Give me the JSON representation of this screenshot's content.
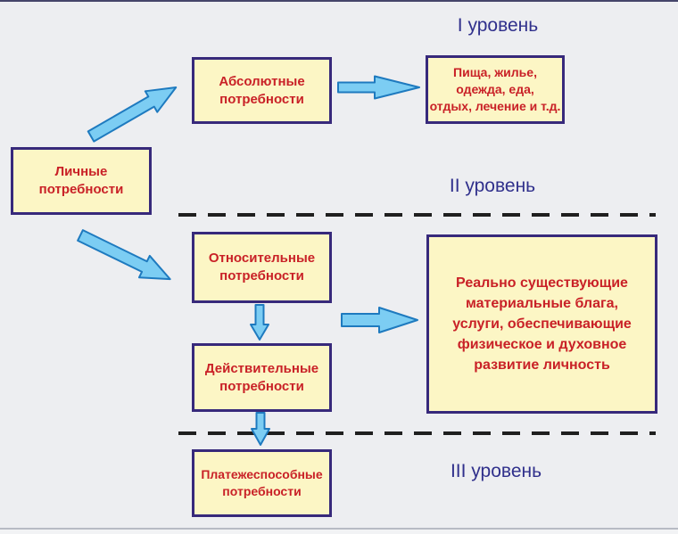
{
  "diagram": {
    "boxes": {
      "personal_needs": "Личные\nпотребности",
      "absolute_needs": "Абсолютные\nпотребности",
      "food_housing": "Пища, жилье,\nодежда, еда,\nотдых, лечение и т.д.",
      "relative_needs": "Относительные\nпотребности",
      "actual_needs": "Действительные\nпотребности",
      "solvent_needs": "Платежеспособные\nпотребности",
      "material_goods": "Реально существующие\nматериальные блага,\nуслуги, обеспечивающие\nфизическое и духовное\nразвитие личность"
    },
    "levels": {
      "level1": "I уровень",
      "level2": "II уровень",
      "level3": "III уровень"
    },
    "colors": {
      "background": "#edeef1",
      "box_fill": "#fcf6c5",
      "box_border": "#37297b",
      "box_text": "#c92127",
      "level_text": "#30308c",
      "arrow_fill": "#7ccdf3",
      "arrow_stroke": "#1e7abf",
      "dashed_line": "#1f1f1f"
    }
  }
}
